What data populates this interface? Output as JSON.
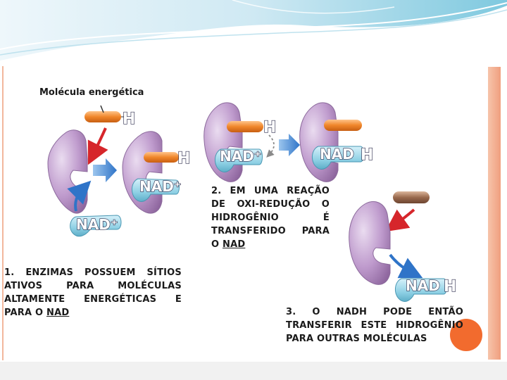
{
  "title": "Molécula energética",
  "labels": {
    "h": "H",
    "nad_plus": "NAD⁺",
    "nad": "NAD"
  },
  "captions": {
    "step1": {
      "lines": [
        "1. ENZIMAS POSSUEM SÍTIOS",
        "ATIVOS PARA MOLÉCULAS",
        "ALTAMENTE ENERGÉTICAS E"
      ],
      "last_prefix": "PARA O ",
      "last_underlined": "NAD"
    },
    "step2": {
      "lines": [
        "2. EM UMA REAÇÃO",
        "DE OXI-REDUÇÃO O",
        "HIDROGÊNIO É",
        "TRANSFERIDO PARA"
      ],
      "last_prefix": "O ",
      "last_underlined": "NAD"
    },
    "step3": {
      "lines": [
        "3. O NADH PODE ENTÃO",
        "TRANSFERIR ESTE HIDROGÊNIO",
        "PARA OUTRAS MOLÉCULAS"
      ]
    }
  },
  "colors": {
    "enzyme": "#b58fc4",
    "enzyme_light": "#e9d8ef",
    "energy_molecule": "#f0862a",
    "spent_molecule": "#9a6a4e",
    "nad": "#7ec7de",
    "arrow_blue": "#2f74c8",
    "arrow_red": "#d6262b",
    "accent_orange": "#f26b2e"
  }
}
